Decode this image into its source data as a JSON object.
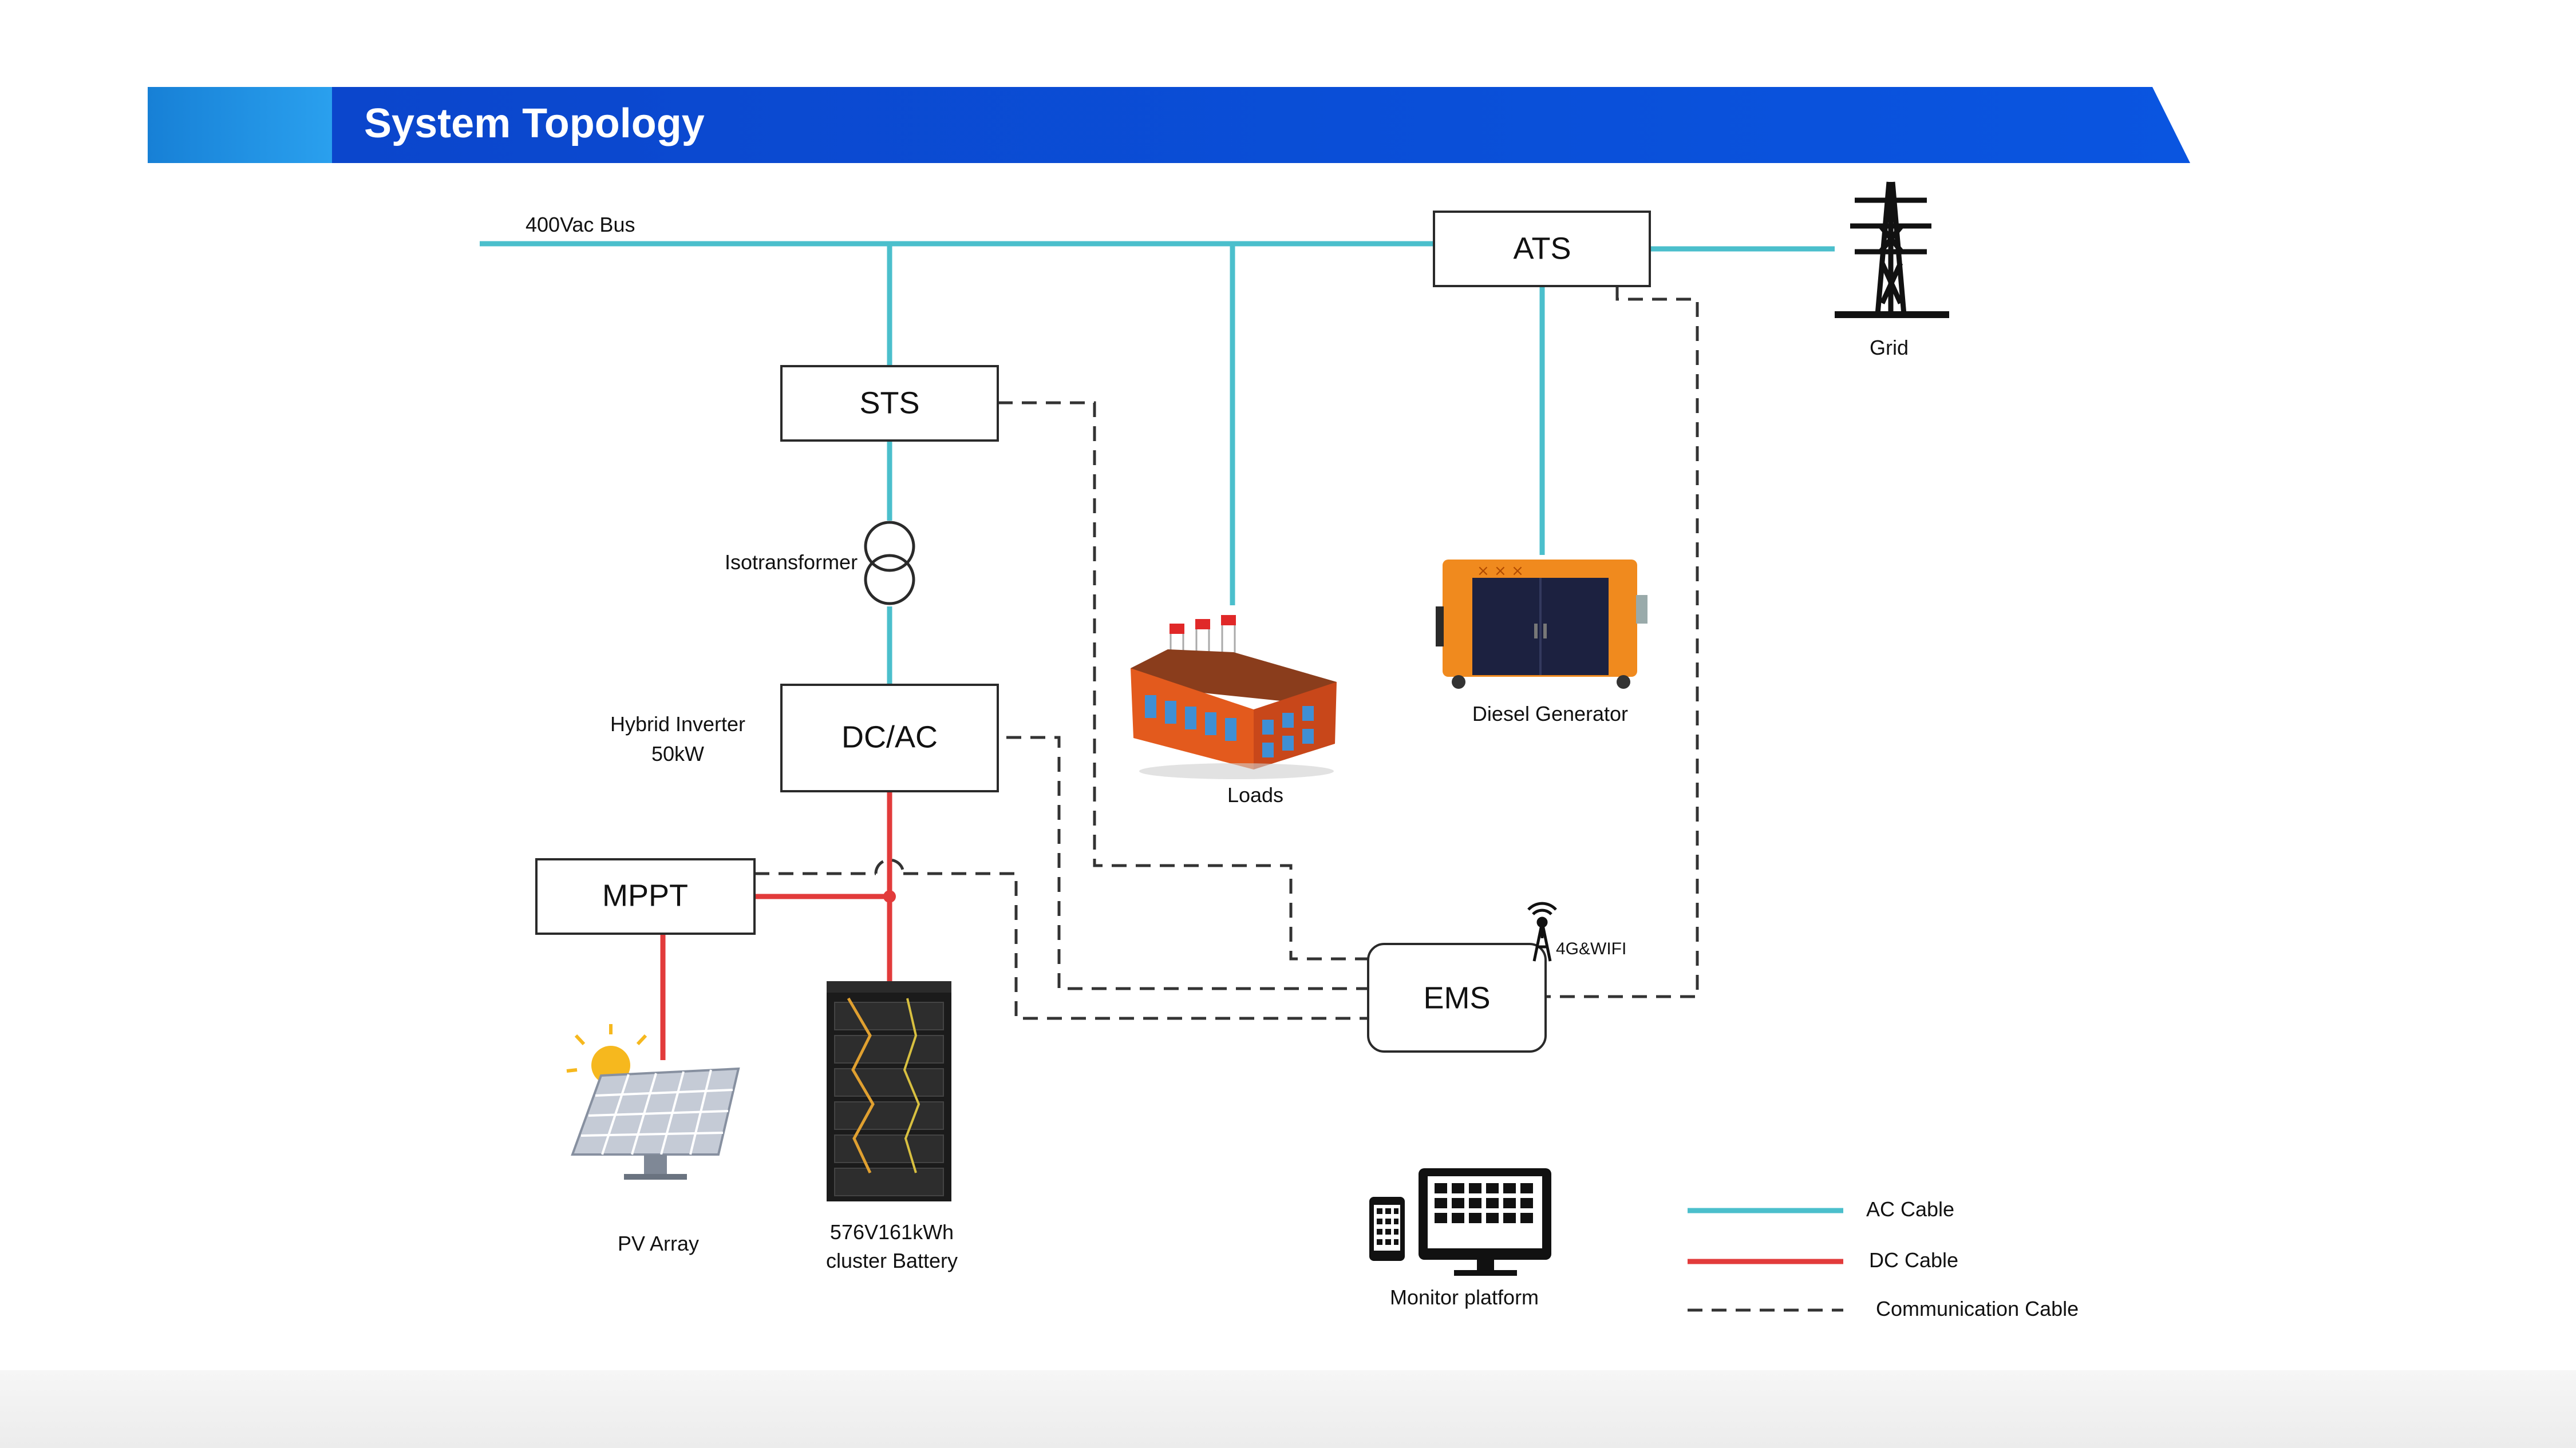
{
  "header": {
    "title": "System Topology",
    "colors": {
      "bar": "#0a4fd6",
      "accent_block": "#1f8fe0"
    }
  },
  "nodes": {
    "ats": "ATS",
    "sts": "STS",
    "dcac": "DC/AC",
    "mppt": "MPPT",
    "ems": "EMS"
  },
  "labels": {
    "bus": "400Vac Bus",
    "grid": "Grid",
    "isotransformer": "Isotransformer",
    "hybrid_inverter_line1": "Hybrid Inverter",
    "hybrid_inverter_line2": "50kW",
    "loads": "Loads",
    "diesel_generator": "Diesel Generator",
    "pv_array": "PV Array",
    "battery_line1": "576V161kWh",
    "battery_line2": "cluster Battery",
    "wireless": "4G&WIFI",
    "monitor_platform": "Monitor platform"
  },
  "legend": {
    "items": [
      {
        "label": "AC Cable",
        "style": "solid",
        "color": "#4bbfcc"
      },
      {
        "label": "DC Cable",
        "style": "solid",
        "color": "#e23b3b"
      },
      {
        "label": "Communication Cable",
        "style": "dashed",
        "color": "#333333"
      }
    ]
  },
  "icons": {
    "grid": "transmission-tower-icon",
    "loads": "factory-icon",
    "diesel_generator": "generator-icon",
    "pv_array": "solar-panel-icon",
    "battery": "battery-rack-icon",
    "monitor_platform": "monitor-phone-icon",
    "wireless": "antenna-icon",
    "isotransformer": "transformer-icon"
  }
}
